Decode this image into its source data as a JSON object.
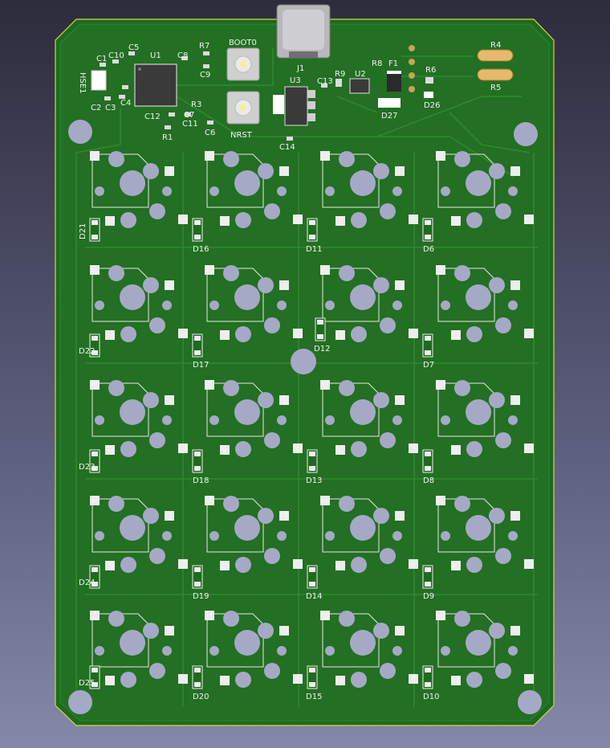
{
  "colors": {
    "board": "#1e6b1e",
    "copper": "#2e7d2e",
    "edge": "#d7d34e",
    "silkscreen": "#f2f2f2",
    "hole": "#a6a9c6",
    "pad": "#eeeeee",
    "gold": "#c9a356"
  },
  "components": {
    "switches": [
      "BOOT0",
      "NRST"
    ],
    "mcu": "U1",
    "usb_connector": "J1",
    "regulator": "U3",
    "esd": "U2",
    "fuse": "F1",
    "heatsink_label": "HSE1",
    "capacitors": [
      "C1",
      "C2",
      "C3",
      "C4",
      "C5",
      "C6",
      "C7",
      "C8",
      "C9",
      "C10",
      "C11",
      "C12",
      "C13",
      "C14"
    ],
    "resistors": [
      "R1",
      "R3",
      "R4",
      "R5",
      "R6",
      "R7",
      "R8",
      "R9"
    ],
    "leds": [
      "D26",
      "D27"
    ]
  },
  "diode_grid": [
    [
      "D21",
      "D16",
      "D11",
      "D6"
    ],
    [
      "D22",
      "D17",
      "D12",
      "D7"
    ],
    [
      "D23",
      "D18",
      "D13",
      "D8"
    ],
    [
      "D24",
      "D19",
      "D14",
      "D9"
    ],
    [
      "D25",
      "D20",
      "D15",
      "D10"
    ]
  ]
}
